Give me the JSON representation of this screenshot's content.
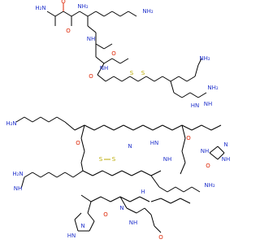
{
  "colors": {
    "background": "#ffffff",
    "bond": "#000000",
    "nitrogen": "#2233cc",
    "oxygen": "#dd2200",
    "sulfur": "#bbaa00"
  },
  "structure": {
    "atom_labels": {
      "h2n": "H₂N",
      "nh2": "NH₂",
      "nh": "NH",
      "hn": "HN",
      "n": "N",
      "o": "O",
      "s": "S",
      "h": "H"
    }
  }
}
